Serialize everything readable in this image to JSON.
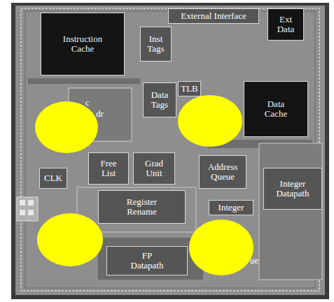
{
  "diagram": {
    "nodes": [
      {
        "text": [
          "Instruction Cache"
        ]
      },
      {
        "text": [
          "External Interface"
        ]
      },
      {
        "text": [
          "Inst Tags"
        ]
      },
      {
        "text": [
          "Ext Data"
        ]
      },
      {
        "text": [
          "Data Tags"
        ]
      },
      {
        "text": [
          "TLB"
        ]
      },
      {
        "text": [
          "Data Cache"
        ]
      },
      {
        "text": [
          "CLK"
        ]
      },
      {
        "text": [
          "Free List"
        ]
      },
      {
        "text": [
          "Grad Unit"
        ]
      },
      {
        "text": [
          "Address Queue"
        ]
      },
      {
        "text": [
          "Integer Datapath"
        ]
      },
      {
        "text": [
          "Register Rename"
        ]
      },
      {
        "text": [
          "Integer"
        ]
      },
      {
        "text": [
          "FP Datapath"
        ]
      }
    ],
    "labels": [
      "c",
      "dr",
      "ue"
    ]
  }
}
